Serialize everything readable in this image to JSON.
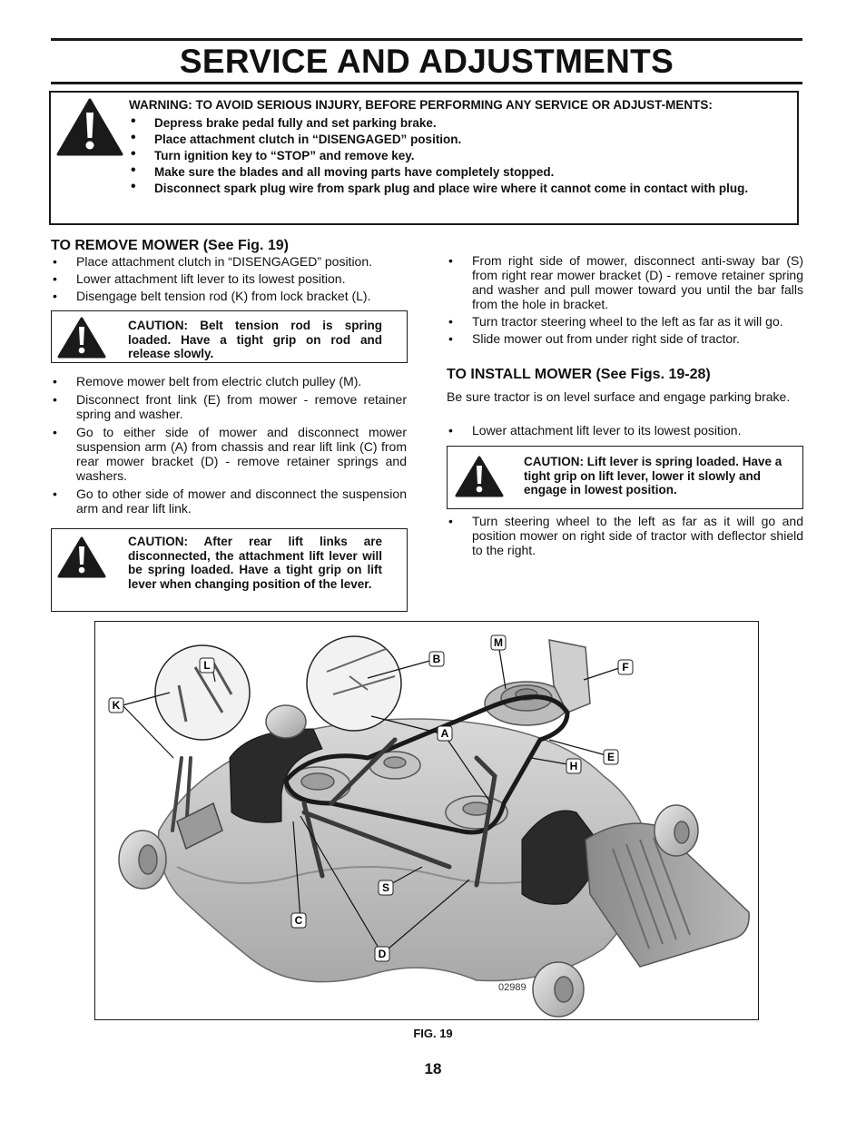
{
  "header": {
    "title": "SERVICE AND ADJUSTMENTS"
  },
  "warning": {
    "heading": "WARNING: TO AVOID SERIOUS INJURY, BEFORE PERFORMING ANY SERVICE OR ADJUST-MENTS:",
    "items": [
      "Depress brake pedal fully and set parking brake.",
      "Place attachment clutch  in “DISENGAGED” position.",
      "Turn ignition key to “STOP” and remove key.",
      "Make sure the blades and all moving parts have completely stopped.",
      "Disconnect spark plug wire from spark plug and place wire where it cannot come in contact with plug."
    ]
  },
  "remove": {
    "heading": "TO REMOVE MOWER (See Fig. 19)",
    "steps_a": [
      "Place attachment clutch in “DISENGAGED” position.",
      "Lower attachment lift lever to its lowest position.",
      "Disengage belt tension rod (K) from lock bracket (L)."
    ],
    "caution_1": "CAUTION: Belt tension rod is spring loaded. Have a tight grip on rod and release slowly.",
    "steps_b": [
      "Remove mower belt from electric clutch pulley (M).",
      "Disconnect front link (E) from mower - remove retainer spring and washer.",
      "Go to either side of mower and disconnect mower suspension arm (A) from chassis and rear lift link (C) from rear mower bracket (D) - remove retainer springs and washers.",
      "Go to other side of mower and disconnect the suspension arm and rear lift link."
    ],
    "caution_2": "CAUTION: After rear lift links are disconnected, the attachment lift lever will be spring loaded. Have a tight grip on lift lever when changing position of the lever.",
    "steps_c": [
      "From right side of mower, disconnect anti-sway bar (S) from right rear mower bracket (D) - remove retainer spring and washer and pull mower toward you until the bar falls from the hole in bracket.",
      "Turn tractor steering wheel to the left as far as it will go.",
      "Slide mower out from under right side of tractor."
    ]
  },
  "install": {
    "heading": "TO INSTALL MOWER  (See Figs. 19-28)",
    "intro": "Be sure tractor is on level surface and engage parking brake.",
    "steps_a": [
      "Lower attachment lift lever to its lowest position."
    ],
    "caution": "CAUTION: Lift lever is spring loaded. Have a tight grip on lift lever, lower it slowly and engage in lowest position.",
    "steps_b": [
      "Turn steering wheel to the left as far as it will go and position mower on right side of tractor with deflector shield to the right."
    ]
  },
  "figure": {
    "callouts": {
      "L": "L",
      "K": "K",
      "B": "B",
      "M": "M",
      "F": "F",
      "A": "A",
      "E": "E",
      "H": "H",
      "S": "S",
      "C": "C",
      "D": "D"
    },
    "image_code": "02989",
    "caption": "FIG. 19"
  },
  "page_number": "18"
}
